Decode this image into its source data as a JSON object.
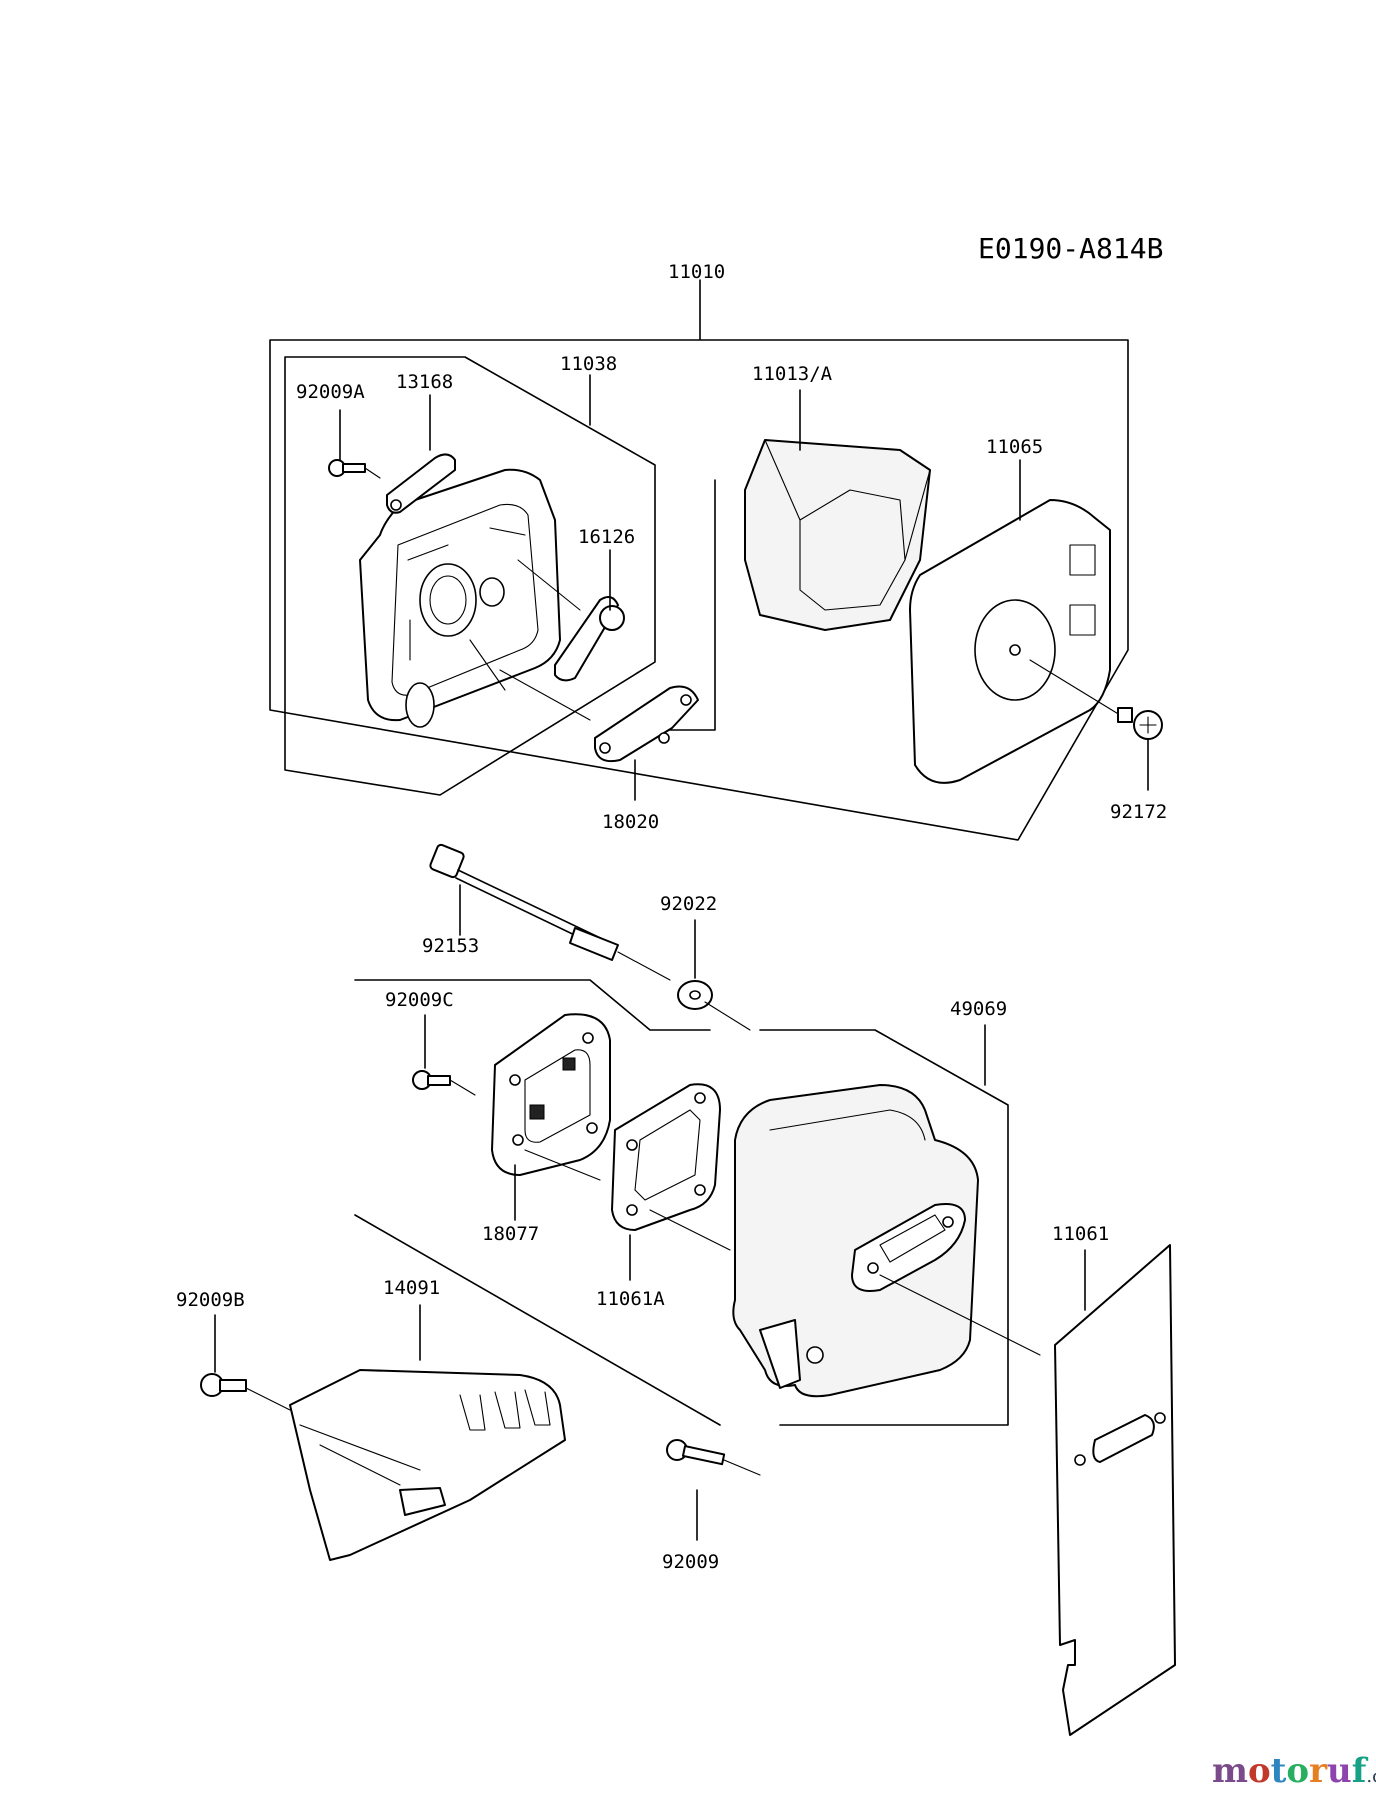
{
  "diagram_code": "E0190-A814B",
  "labels": {
    "p11010": "11010",
    "p11038": "11038",
    "p92009A": "92009A",
    "p13168": "13168",
    "p11013A": "11013/A",
    "p11065": "11065",
    "p16126": "16126",
    "p18020": "18020",
    "p92172": "92172",
    "p92153": "92153",
    "p92022": "92022",
    "p92009C": "92009C",
    "p49069": "49069",
    "p18077": "18077",
    "p11061A": "11061A",
    "p11061": "11061",
    "p92009B": "92009B",
    "p14091": "14091",
    "p92009": "92009"
  },
  "watermark": {
    "letters": [
      {
        "ch": "m",
        "color": "#7a4a8a"
      },
      {
        "ch": "o",
        "color": "#c0392b"
      },
      {
        "ch": "t",
        "color": "#2e86c1"
      },
      {
        "ch": "o",
        "color": "#27ae60"
      },
      {
        "ch": "r",
        "color": "#e67e22"
      },
      {
        "ch": "u",
        "color": "#8e44ad"
      },
      {
        "ch": "f",
        "color": "#16a085"
      }
    ],
    "suffix": ".de",
    "suffix_color": "#2c3e50"
  }
}
